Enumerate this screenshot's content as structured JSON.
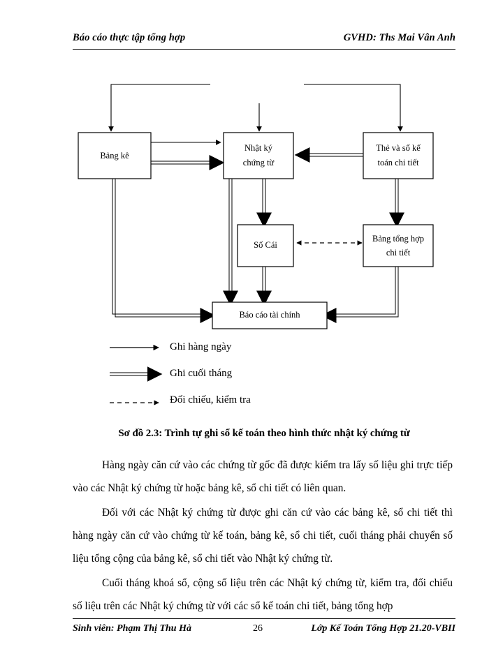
{
  "header": {
    "left": "Báo cáo thực tập tổng hợp",
    "right": "GVHD: Ths Mai Vân Anh"
  },
  "footer": {
    "left": "Sinh viên: Phạm Thị Thu Hà",
    "page_number": "26",
    "right": "Lớp Kế Toán Tổng Hợp 21.20-VBII"
  },
  "diagram": {
    "boxes": {
      "bang_ke": "Bảng kê",
      "nhat_ky_chung_tu_line1": "Nhật ký",
      "nhat_ky_chung_tu_line2": "chứng từ",
      "the_va_so_ke_toan_line1": "Thẻ và sổ kế",
      "the_va_so_ke_toan_line2": "toán chi tiết",
      "so_cai": "Sổ Cái",
      "bang_tong_hop_line1": "Bảng tổng hợp",
      "bang_tong_hop_line2": "chi tiết",
      "bao_cao_tai_chinh": "Báo cáo tài chính"
    },
    "line_color": "#000000"
  },
  "legend": {
    "items": [
      {
        "label": "Ghi hàng ngày",
        "style": "thin-arrow"
      },
      {
        "label": "Ghi cuối tháng",
        "style": "thick-arrow"
      },
      {
        "label": "Đối chiếu, kiểm tra",
        "style": "dashed-arrow"
      }
    ]
  },
  "caption": "Sơ đồ 2.3: Trình tự ghi sổ kế toán theo hình thức nhật ký chứng từ",
  "body": {
    "paragraphs": [
      "Hàng ngày căn cứ vào các chứng từ gốc đã được kiểm tra lấy số liệu ghi trực tiếp vào các Nhật ký chứng từ hoặc bảng kê, sổ chi tiết có liên quan.",
      "Đối với các Nhật ký chứng từ được ghi căn cứ vào các bảng kê, sổ chi tiết thì hàng ngày căn cứ vào chứng từ kế toán, bảng kê, sổ chi tiết, cuối tháng phải chuyển số liệu tổng cộng của bảng kê, sổ chi tiết vào Nhật ký chứng từ.",
      "Cuối tháng khoá sổ, cộng số liệu trên các Nhật ký chứng từ, kiểm tra, đối chiếu số liệu trên các Nhật ký chứng từ với các sổ kế toán chi tiết, bảng tổng hợp"
    ]
  }
}
